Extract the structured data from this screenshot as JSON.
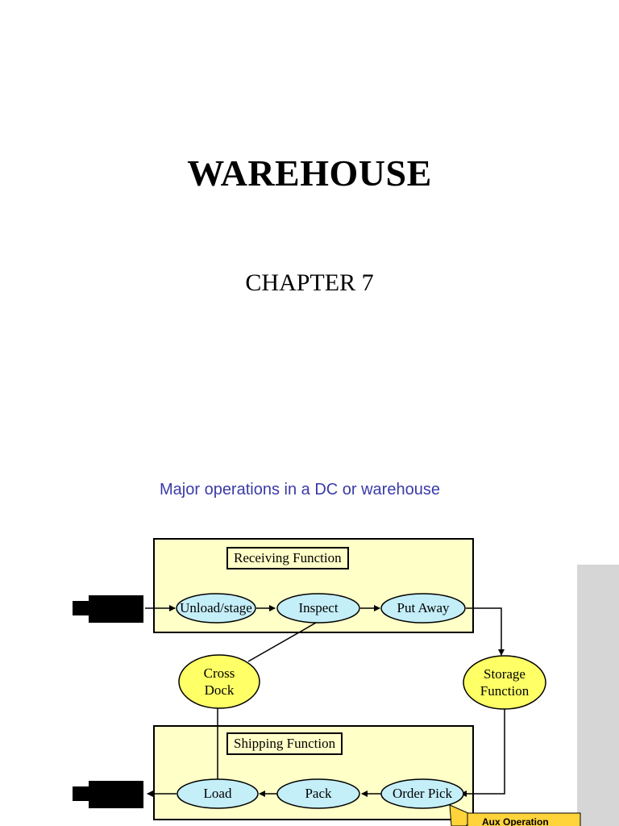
{
  "header": {
    "title": "WAREHOUSE",
    "chapter": "CHAPTER 7"
  },
  "diagram": {
    "caption": "Major operations in a DC or warehouse",
    "receiving_label": "Receiving Function",
    "shipping_label": "Shipping Function",
    "nodes": {
      "unload_stage": "Unload/stage",
      "inspect": "Inspect",
      "put_away": "Put Away",
      "cross_dock_line1": "Cross",
      "cross_dock_line2": "Dock",
      "storage_line1": "Storage",
      "storage_line2": "Function",
      "load": "Load",
      "pack": "Pack",
      "order_pick": "Order Pick"
    },
    "aux_callout_partial": "Aux Operation",
    "colors": {
      "box_fill": "#ffffc8",
      "oval_blue": "#c4eef8",
      "oval_yellow": "#ffff66",
      "callout": "#ffd33a",
      "caption_text": "#3a3aa8"
    }
  }
}
